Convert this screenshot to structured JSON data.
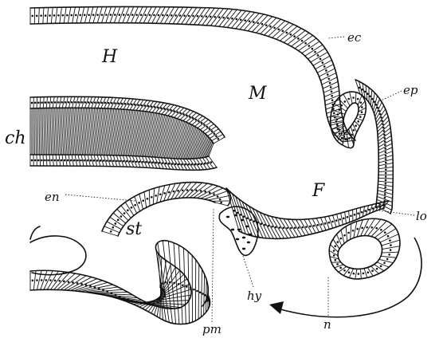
{
  "figure": {
    "labels": {
      "H": "H",
      "M": "M",
      "F": "F",
      "ch": "ch",
      "st": "st",
      "ec": "ec",
      "ep": "ep",
      "en": "en",
      "lo": "lo",
      "hy": "hy",
      "n": "n",
      "pm": "pm"
    },
    "colors": {
      "ink": "#111111",
      "paper": "#ffffff"
    }
  }
}
